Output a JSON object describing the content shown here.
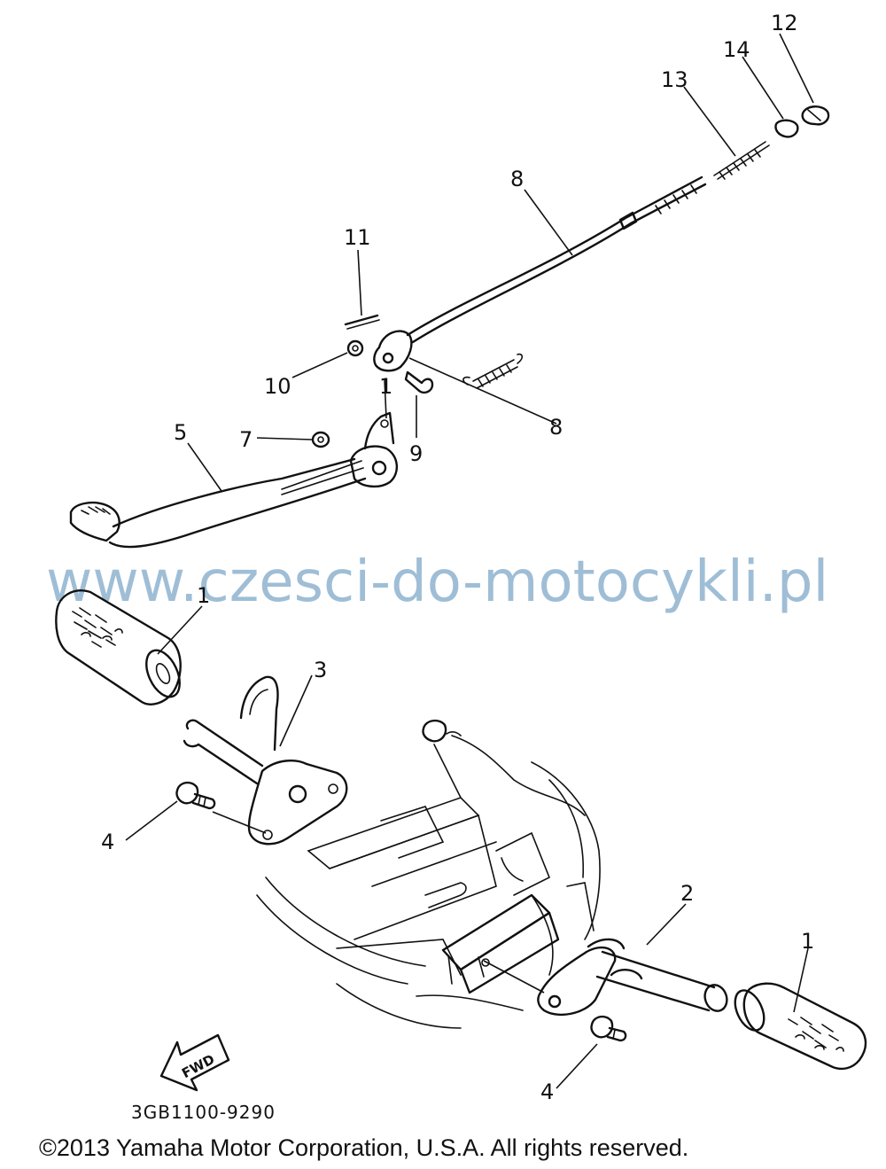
{
  "callouts": {
    "c12": "12",
    "c14": "14",
    "c13": "13",
    "c8a": "8",
    "c11": "11",
    "c10": "10",
    "c1top": "1",
    "c9": "9",
    "c8b": "8",
    "c5": "5",
    "c7": "7",
    "c1a": "1",
    "c3": "3",
    "c4a": "4",
    "c2": "2",
    "c1b": "1",
    "c4b": "4"
  },
  "watermark": "www.czesci-do-motocykli.pl",
  "fwd_label": "FWD",
  "diagram_number": "3GB1100-9290",
  "copyright": "©2013 Yamaha Motor Corporation, U.S.A. All rights reserved.",
  "colors": {
    "watermark": "#8fb3d0",
    "ink": "#111111"
  }
}
